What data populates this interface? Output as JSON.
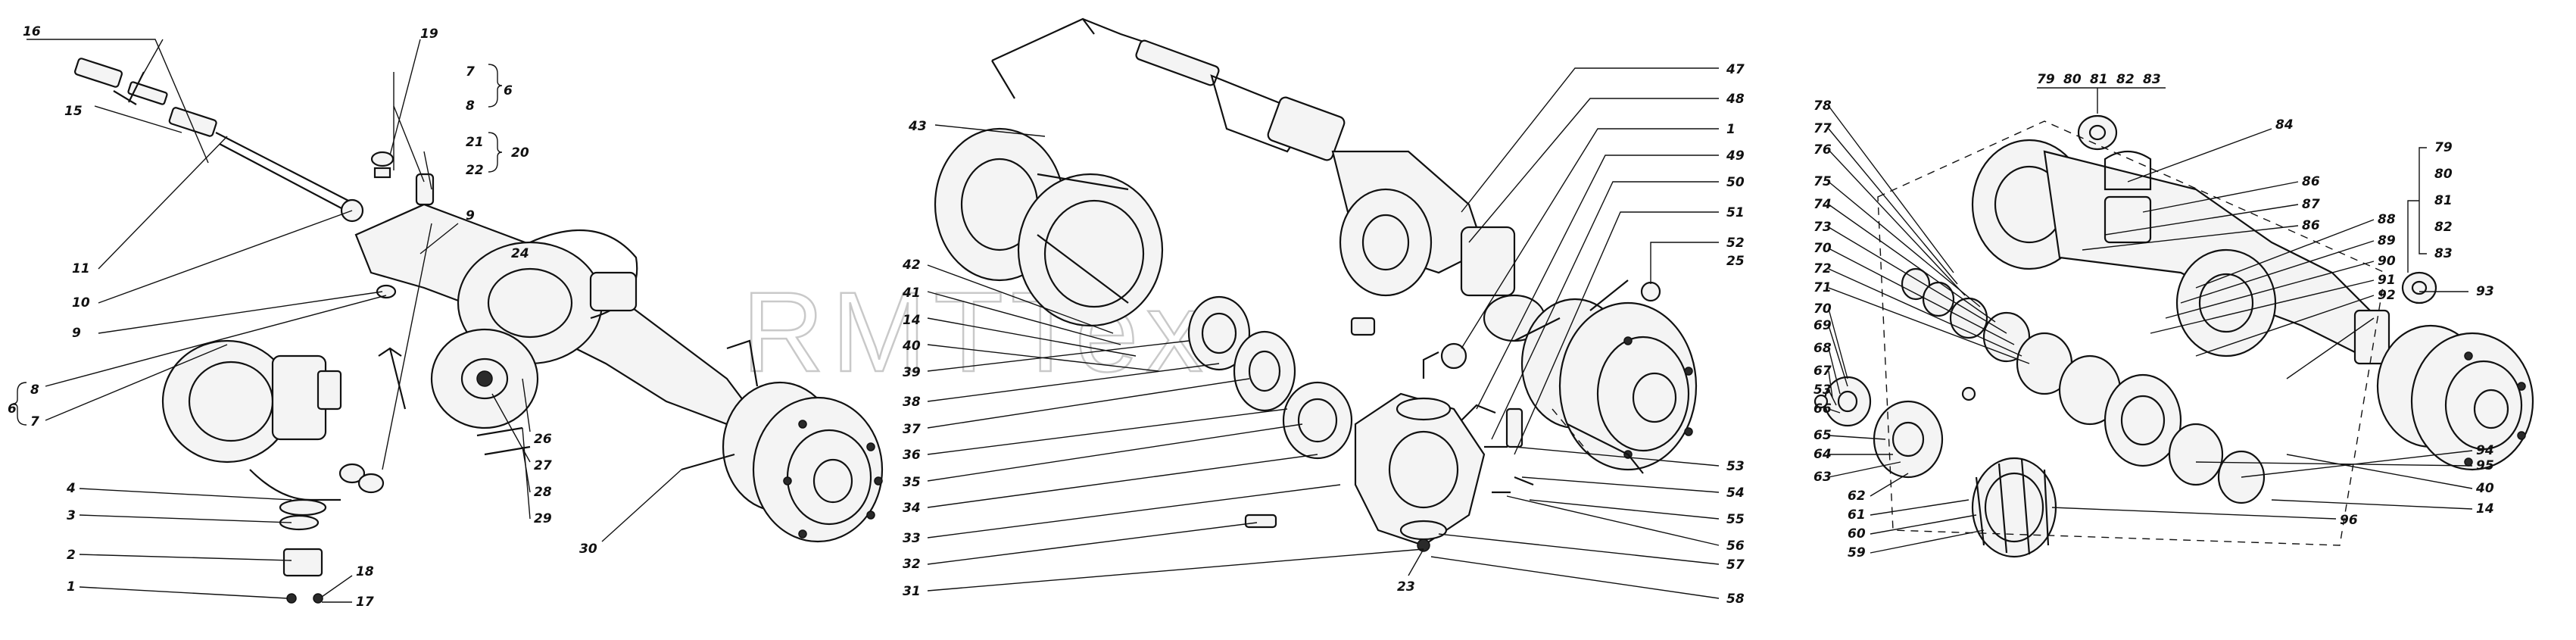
{
  "watermark": "RMTTex",
  "groups": {
    "left": {
      "labels": [
        "16",
        "15",
        "19",
        "7",
        "6",
        "8",
        "21",
        "20",
        "22",
        "9",
        "24",
        "11",
        "10",
        "9",
        "8",
        "7",
        "6",
        "4",
        "3",
        "2",
        "1",
        "18",
        "17",
        "26",
        "27",
        "28",
        "29",
        "30"
      ]
    },
    "middle": {
      "labels": [
        "43",
        "42",
        "41",
        "14",
        "40",
        "39",
        "38",
        "37",
        "36",
        "35",
        "34",
        "33",
        "32",
        "31",
        "23",
        "47",
        "48",
        "1",
        "49",
        "50",
        "51",
        "52",
        "25",
        "53",
        "54",
        "55",
        "56",
        "57",
        "58"
      ]
    },
    "right": {
      "header_labels": [
        "79",
        "80",
        "81",
        "82",
        "83"
      ],
      "labels": [
        "78",
        "77",
        "76",
        "75",
        "74",
        "73",
        "70",
        "72",
        "71",
        "70",
        "69",
        "68",
        "67",
        "53",
        "66",
        "65",
        "64",
        "63",
        "62",
        "61",
        "60",
        "59",
        "84",
        "86",
        "87",
        "86",
        "88",
        "89",
        "90",
        "91",
        "92",
        "93",
        "94",
        "95",
        "40",
        "14",
        "96"
      ],
      "side_labels": [
        "79",
        "80",
        "81",
        "82",
        "83"
      ]
    }
  }
}
